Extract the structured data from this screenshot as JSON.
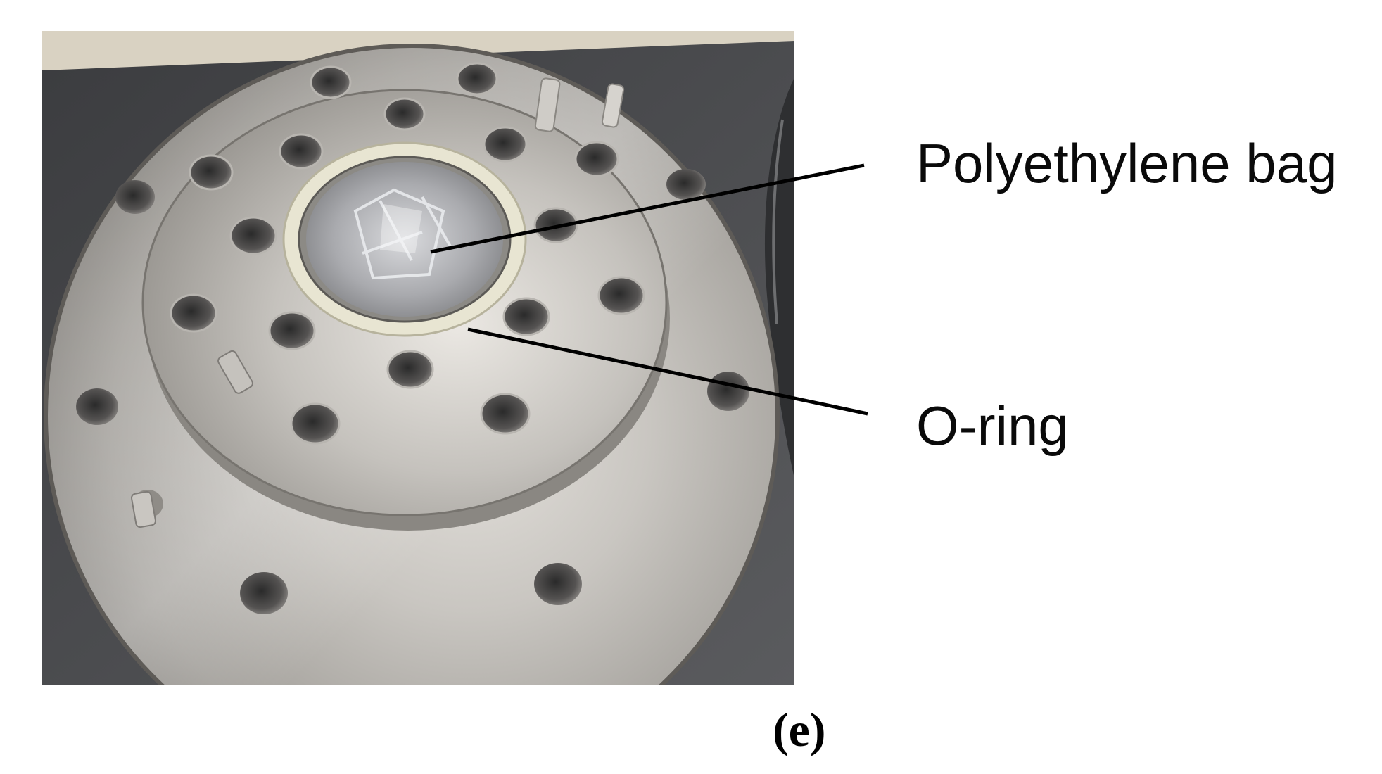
{
  "callouts": {
    "polyethylene_bag": "Polyethylene bag",
    "o_ring": "O-ring"
  },
  "caption": "(e)",
  "colors": {
    "background": "#ffffff",
    "steel": "#8f8c87",
    "steel_highlight": "#d6d3ce",
    "o_ring": "#e7e4cf",
    "leader_line": "#000000"
  }
}
